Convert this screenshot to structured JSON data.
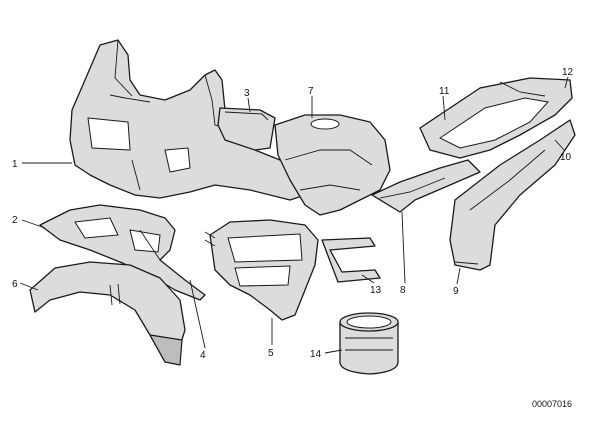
{
  "callouts": {
    "c1": "1",
    "c2": "2",
    "c3": "3",
    "c4": "4",
    "c5": "5",
    "c6": "6",
    "c7": "7",
    "c8": "8",
    "c9": "9",
    "c10": "10",
    "c11": "11",
    "c12": "12",
    "c13": "13",
    "c14": "14"
  },
  "document_number": "00007016",
  "colors": {
    "line": "#1a1a1a",
    "fill": "#dcdcdc",
    "shade": "#bdbdbd"
  }
}
